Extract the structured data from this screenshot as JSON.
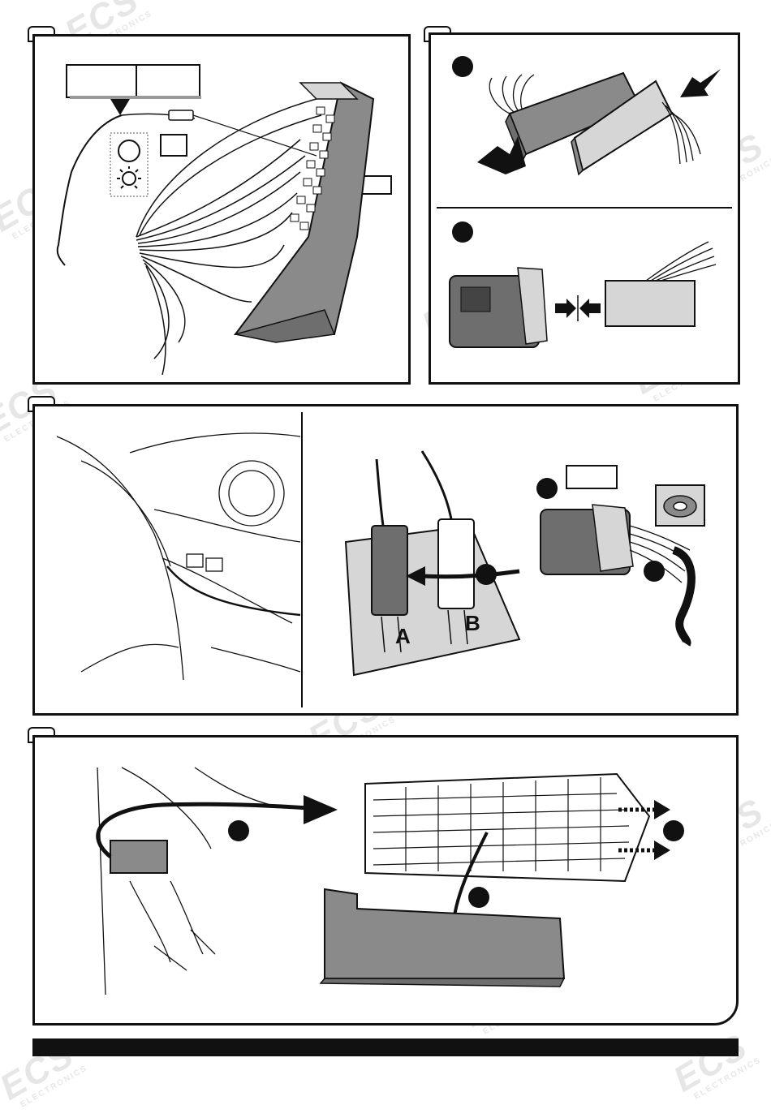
{
  "watermark": {
    "logo": "ECS",
    "subtitle": "ELECTRONICS"
  },
  "panel_b": {
    "connector_labels": [
      "A",
      "B"
    ]
  },
  "colors": {
    "ink": "#111111",
    "part_gray": "#8a8a8a",
    "light_gray": "#d6d6d6",
    "paper": "#ffffff"
  },
  "icons": [
    "lamp-icon",
    "arrow-right-icon",
    "tape-roll-icon"
  ]
}
